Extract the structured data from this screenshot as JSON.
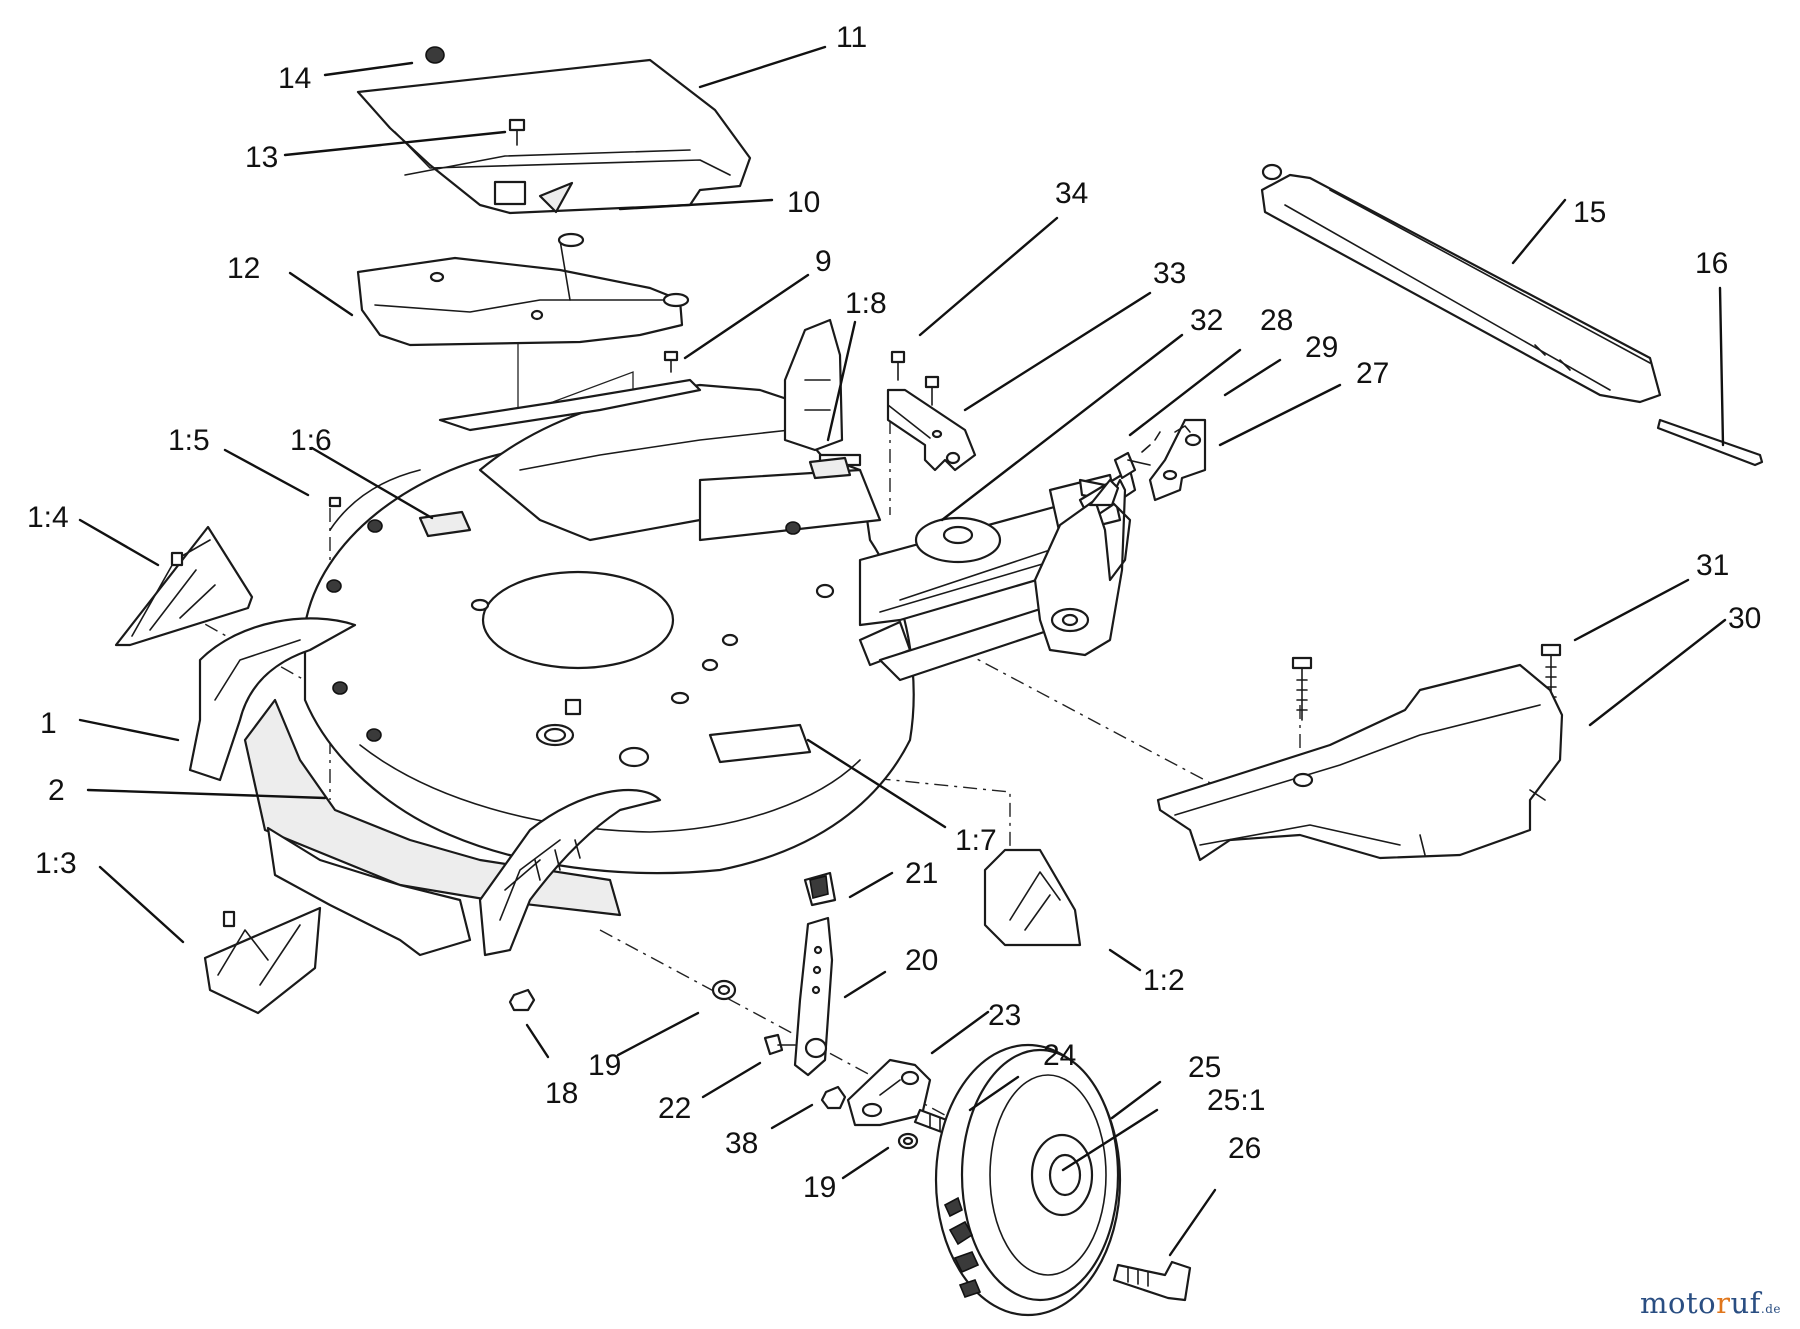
{
  "callouts": {
    "c1": "1",
    "c1_2": "1:2",
    "c1_3": "1:3",
    "c1_4": "1:4",
    "c1_5": "1:5",
    "c1_6": "1:6",
    "c1_7": "1:7",
    "c1_8": "1:8",
    "c2": "2",
    "c9": "9",
    "c10": "10",
    "c11": "11",
    "c12": "12",
    "c13": "13",
    "c14": "14",
    "c15": "15",
    "c16": "16",
    "c18": "18",
    "c19a": "19",
    "c19b": "19",
    "c20": "20",
    "c21": "21",
    "c22": "22",
    "c23": "23",
    "c24": "24",
    "c25": "25",
    "c25_1": "25:1",
    "c26": "26",
    "c27": "27",
    "c28": "28",
    "c29": "29",
    "c30": "30",
    "c31": "31",
    "c32": "32",
    "c33": "33",
    "c34": "34",
    "c38": "38"
  },
  "brand": {
    "prefix": "moto",
    "highlight": "r",
    "suffix": "uf",
    "tld": ".de"
  }
}
